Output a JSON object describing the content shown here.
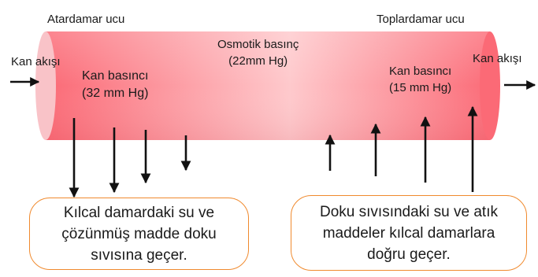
{
  "vessel": {
    "arterial_end": "Atardamar ucu",
    "venous_end": "Toplardamar ucu",
    "blood_flow_in": "Kan akışı",
    "blood_flow_out": "Kan akışı",
    "arterial_pressure_line1": "Kan basıncı",
    "arterial_pressure_line2": "(32 mm Hg)",
    "osmotic_pressure_line1": "Osmotik basınç",
    "osmotic_pressure_line2": "(22mm Hg)",
    "venous_pressure_line1": "Kan basıncı",
    "venous_pressure_line2": "(15 mm Hg)"
  },
  "notes": {
    "left_line1": "Kılcal damardaki  su ve",
    "left_line2": "çözünmüş madde doku",
    "left_line3": "sıvısına geçer.",
    "right_line1": "Doku sıvısındaki  su ve atık",
    "right_line2": "maddeler kılcal damarlara",
    "right_line3": "doğru geçer."
  },
  "colors": {
    "vessel_start": "#fb6a76",
    "vessel_mid": "#fec9cc",
    "vessel_end": "#fb6c78",
    "bubble_border": "#f08a2e",
    "arrow": "#111111"
  }
}
